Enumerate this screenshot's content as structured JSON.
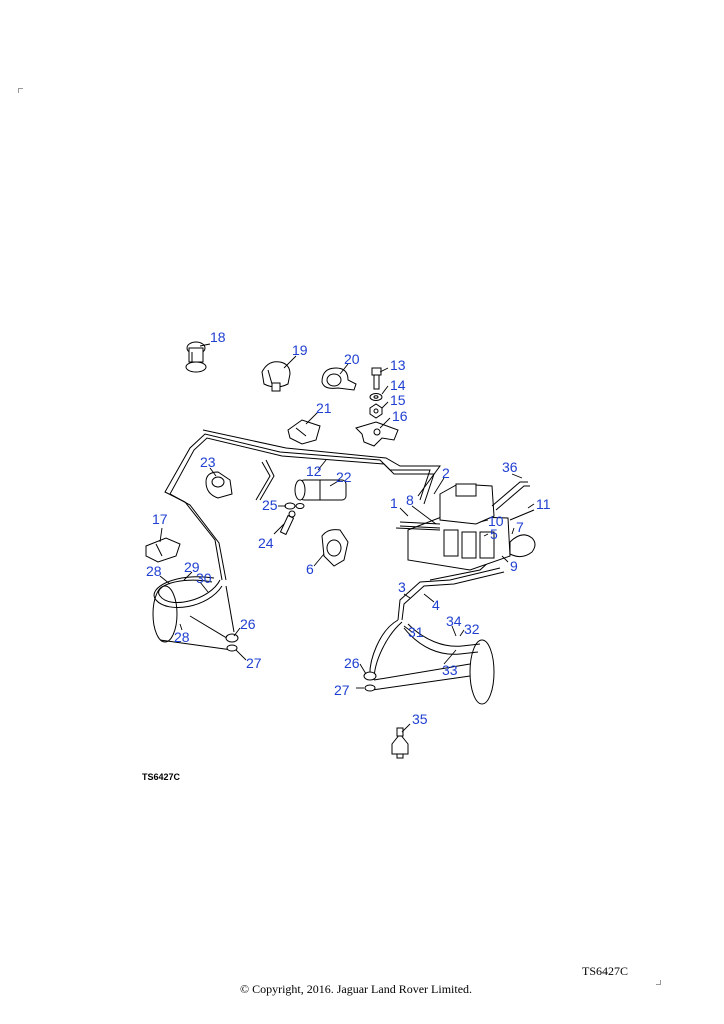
{
  "diagram": {
    "figure_code": "TS6427C",
    "copyright": "© Copyright, 2016. Jaguar Land Rover Limited.",
    "callouts": [
      {
        "label": "18"
      },
      {
        "label": "19"
      },
      {
        "label": "20"
      },
      {
        "label": "13"
      },
      {
        "label": "14"
      },
      {
        "label": "15"
      },
      {
        "label": "16"
      },
      {
        "label": "21"
      },
      {
        "label": "23"
      },
      {
        "label": "12"
      },
      {
        "label": "22"
      },
      {
        "label": "2"
      },
      {
        "label": "36"
      },
      {
        "label": "11"
      },
      {
        "label": "1"
      },
      {
        "label": "8"
      },
      {
        "label": "10"
      },
      {
        "label": "7"
      },
      {
        "label": "5"
      },
      {
        "label": "9"
      },
      {
        "label": "25"
      },
      {
        "label": "24"
      },
      {
        "label": "6"
      },
      {
        "label": "17"
      },
      {
        "label": "28"
      },
      {
        "label": "29"
      },
      {
        "label": "30"
      },
      {
        "label": "28"
      },
      {
        "label": "26"
      },
      {
        "label": "27"
      },
      {
        "label": "3"
      },
      {
        "label": "4"
      },
      {
        "label": "34"
      },
      {
        "label": "31"
      },
      {
        "label": "32"
      },
      {
        "label": "33"
      },
      {
        "label": "26"
      },
      {
        "label": "27"
      },
      {
        "label": "35"
      }
    ],
    "colors": {
      "callout": "#1f3fd1",
      "line": "#000000"
    }
  }
}
